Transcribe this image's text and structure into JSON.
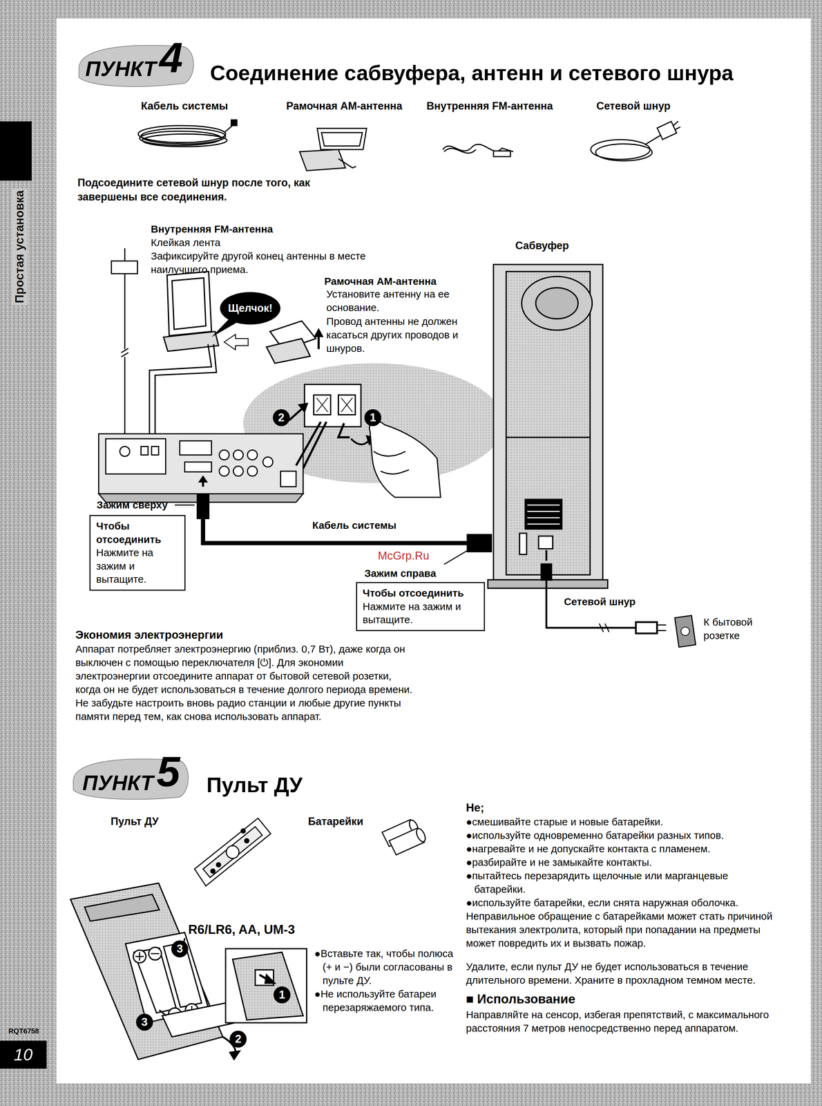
{
  "diagram": {
    "title": "Соединение сабвуфера, антенн и сетевого шнура",
    "nodes": [
      {
        "text": [
          "Чтобы отсоединить",
          "Нажмите на зажим и вытащите."
        ]
      },
      {
        "text": [
          "Чтобы отсоединить",
          "Нажмите на зажим и вытащите."
        ]
      },
      {
        "text": [
          "Щелчок!"
        ]
      },
      {
        "text": [
          "Простая установка"
        ]
      },
      {
        "text": [
          "10"
        ]
      }
    ],
    "labels": [
      "ПУНКТ",
      "4",
      "Кабель системы",
      "Рамочная АМ-антенна",
      "Внутренняя FM-антенна",
      "Сетевой шнур",
      "Подсоедините сетевой шнур после того, как завершены все соединения.",
      "Внутренняя FM-антенна",
      "Клейкая лента",
      "Зафиксируйте другой конец антенны в месте наилучшего приема.",
      "Сабвуфер",
      "Рамочная АМ-антенна",
      "Установите антенну на ее основание.",
      "Провод антенны не должен касаться других проводов и шнуров.",
      "2",
      "1",
      "Зажим сверху",
      "Кабель системы",
      "McGrp.Ru",
      "Зажим справа",
      "Сетевой шнур",
      "К бытовой розетке",
      "Экономия электроэнергии",
      "Аппарат потребляет электроэнергию (приблиз. 0,7 Вт), даже когда он выключен с помощью переключателя [⏻]. Для экономии электроэнергии отсоедините аппарат от бытовой сетевой розетки, когда он не будет использоваться в течение долгого периода времени.",
      "Не забудьте настроить вновь радио станции и любые другие пункты памяти перед тем, как снова использовать аппарат.",
      "ПУНКТ",
      "5",
      "Пульт ДУ",
      "Пульт ДУ",
      "Батарейки",
      "Не;",
      "●смешивайте старые и новые батарейки.",
      "●используйте одновременно батарейки разных типов.",
      "●нагревайте и не допускайте контакта с пламенем.",
      "●разбирайте и не замыкайте контакты.",
      "●пытайтесь перезарядить щелочные или марганцевые батарейки.",
      "●используйте батарейки, если снята наружная оболочка.",
      "Неправильное обращение с батарейками может стать причиной вытекания электролита, который при попадании на предметы может повредить их и вызвать пожар.",
      "Удалите, если пульт ДУ не будет использоваться в течение длительного времени. Храните в прохладном темном месте.",
      "■ Использование",
      "Направляйте на сенсор, избегая препятствий, с максимального расстояния 7 метров непосредственно перед аппаратом.",
      "R6/LR6, AA, UM-3",
      "●Вставьте так, чтобы полюса (+ и −) были согласованы в пульте ДУ.",
      "●Не используйте батареи перезаряжаемого типа.",
      "3",
      "3",
      "1",
      "2",
      "RQT6758"
    ]
  }
}
